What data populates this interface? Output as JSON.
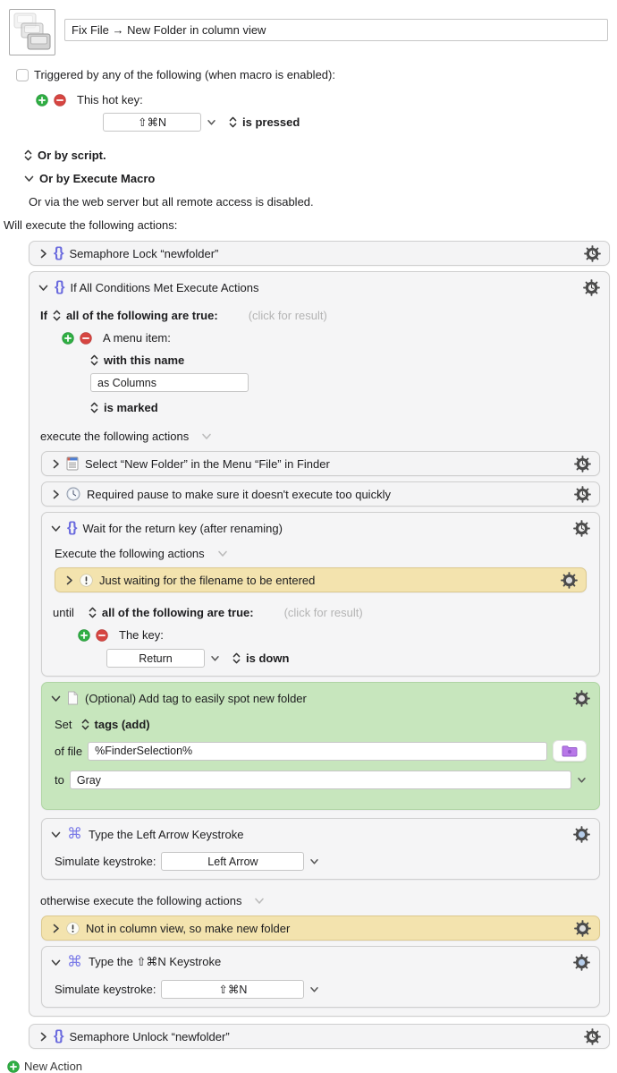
{
  "header": {
    "macro_title": "Fix File → New Folder in column view",
    "trigger_label": "Triggered by any of the following (when macro is enabled):",
    "hotkey_label": "This hot key:",
    "hotkey_value": "⇧⌘N",
    "is_pressed": "is pressed",
    "or_script": "Or by script.",
    "or_execute_macro": "Or by Execute Macro",
    "web_note": "Or via the web server but all remote access is disabled.",
    "will_execute": "Will execute the following actions:"
  },
  "glyphs": {
    "braces": "{}",
    "command": "⌘"
  },
  "actions": {
    "semaphore_lock": "Semaphore Lock “newfolder”",
    "if_header": "If All Conditions Met Execute Actions",
    "if_word": "If",
    "all_true": "all of the following are true:",
    "click_for_result": "(click for result)",
    "menu_item_condition": "A menu item:",
    "with_this_name": "with this name",
    "menu_name_value": "as Columns",
    "is_marked": "is marked",
    "execute_following": "execute the following actions",
    "select_menu": "Select “New Folder” in the Menu “File” in Finder",
    "required_pause": "Required pause to make sure it doesn't execute too quickly",
    "wait_group": "Wait for the return key (after renaming)",
    "wait_execute_following": "Execute the following actions",
    "just_waiting": "Just waiting for the filename to be entered",
    "until_word": "until",
    "the_key": "The key:",
    "key_value": "Return",
    "is_down": "is down",
    "optional_tag": "(Optional) Add tag to easily spot new folder",
    "set_word": "Set",
    "tags_add": "tags (add)",
    "of_file": "of file",
    "file_value": "%FinderSelection%",
    "to_word": "to",
    "tag_value": "Gray",
    "type_left_arrow": "Type the Left Arrow Keystroke",
    "simulate_keystroke": "Simulate keystroke:",
    "left_arrow_value": "Left Arrow",
    "otherwise_execute": "otherwise execute the following actions",
    "not_column_view": "Not in column view, so make new folder",
    "type_shift_cmd_n": "Type the ⇧⌘N Keystroke",
    "shift_cmd_n_value": "⇧⌘N",
    "semaphore_unlock": "Semaphore Unlock “newfolder”"
  },
  "footer": {
    "new_action": "New Action"
  },
  "colors": {
    "action_bg": "#f4f4f5",
    "yellow_action_bg": "#f3e3ae",
    "green_action_bg": "#c7e6bd",
    "braces_accent": "#6a6ade",
    "command_accent": "#7d7de8",
    "plus_green": "#2fae43",
    "minus_red": "#d64541",
    "folder_purple": "#b878e8"
  }
}
